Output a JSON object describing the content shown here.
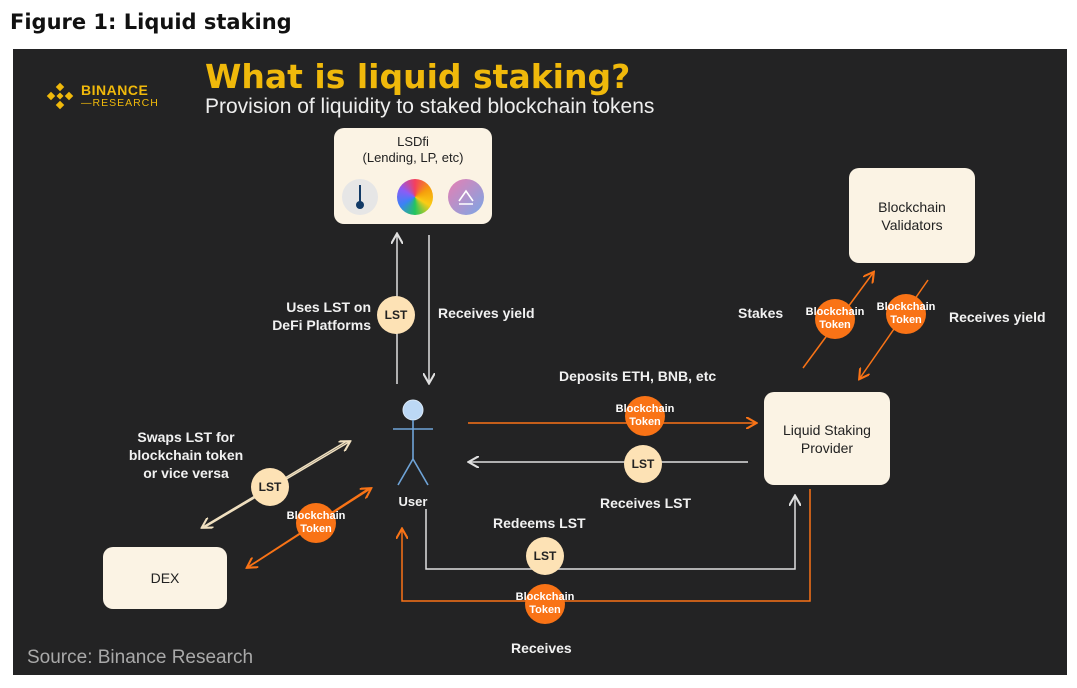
{
  "figure_title": "Figure 1: Liquid staking",
  "logo": {
    "name": "BINANCE",
    "sub": "—RESEARCH"
  },
  "headline": "What is liquid staking?",
  "subheadline": "Provision of liquidity to staked blockchain tokens",
  "nodes": {
    "lsdfi": {
      "title": "LSDfi",
      "subtitle": "(Lending, LP, etc)"
    },
    "validators": {
      "line1": "Blockchain",
      "line2": "Validators"
    },
    "provider": {
      "line1": "Liquid Staking",
      "line2": "Provider"
    },
    "dex": {
      "label": "DEX"
    },
    "user": {
      "label": "User"
    }
  },
  "labels": {
    "uses_lst_1": "Uses LST on",
    "uses_lst_2": "DeFi Platforms",
    "receives_yield_left": "Receives yield",
    "stakes": "Stakes",
    "receives_yield_right": "Receives yield",
    "deposits": "Deposits ETH, BNB, etc",
    "receives_lst": "Receives LST",
    "redeems_lst": "Redeems LST",
    "receives": "Receives",
    "swaps_1": "Swaps LST for",
    "swaps_2": "blockchain token",
    "swaps_3": "or vice versa"
  },
  "coins": {
    "lst": "LST",
    "token_line1": "Blockchain",
    "token_line2": "Token"
  },
  "source": "Source: Binance Research",
  "colors": {
    "background": "#232324",
    "accent": "#f0b90b",
    "box": "#fbf3e4",
    "orange": "#f97316",
    "lst_coin": "#fde2b5"
  },
  "icons": [
    "gauge-protocol-icon",
    "rainbow-curve-icon",
    "ethereum-lending-icon"
  ]
}
